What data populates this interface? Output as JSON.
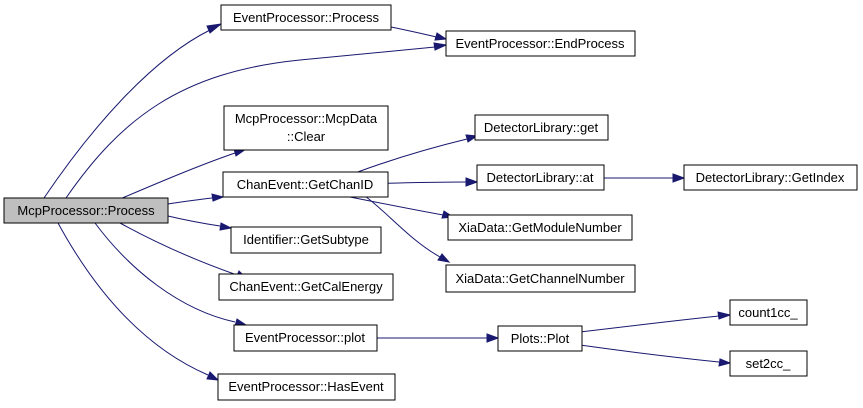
{
  "nodes": {
    "mcp_process": {
      "label": "McpProcessor::Process"
    },
    "ep_process": {
      "label": "EventProcessor::Process"
    },
    "ep_endprocess": {
      "label": "EventProcessor::EndProcess"
    },
    "mcpdata_clear": {
      "label_line1": "McpProcessor::McpData",
      "label_line2": "::Clear"
    },
    "chan_getchanid": {
      "label": "ChanEvent::GetChanID"
    },
    "detlib_get": {
      "label": "DetectorLibrary::get"
    },
    "detlib_at": {
      "label": "DetectorLibrary::at"
    },
    "detlib_getindex": {
      "label": "DetectorLibrary::GetIndex"
    },
    "xia_getmodule": {
      "label": "XiaData::GetModuleNumber"
    },
    "xia_getchannel": {
      "label": "XiaData::GetChannelNumber"
    },
    "id_getsubtype": {
      "label": "Identifier::GetSubtype"
    },
    "chan_getcalenergy": {
      "label": "ChanEvent::GetCalEnergy"
    },
    "ep_plot": {
      "label": "EventProcessor::plot"
    },
    "plots_plot": {
      "label": "Plots::Plot"
    },
    "count1cc": {
      "label": "count1cc_"
    },
    "set2cc": {
      "label": "set2cc_"
    },
    "ep_hasevent": {
      "label": "EventProcessor::HasEvent"
    }
  },
  "colors": {
    "edge": "#191970",
    "root_fill": "#bfbfbf",
    "node_fill": "#ffffff",
    "node_border": "#000000"
  }
}
